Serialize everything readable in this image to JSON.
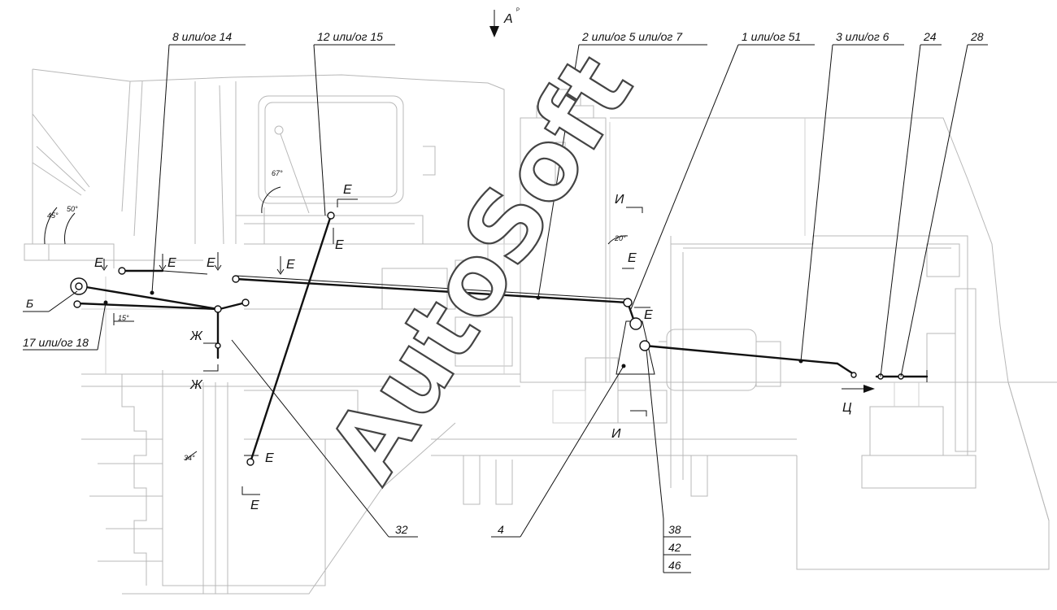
{
  "view_label": "А",
  "view_note": "Р",
  "watermark": "AutoSoft",
  "callouts": {
    "c8_14": "8 или/ог 14",
    "c12_15": "12 или/ог 15",
    "c2_5_7": "2 или/ог 5 или/ог 7",
    "c1_51": "1 или/ог 51",
    "c3_6": "3 или/ог 6",
    "c24": "24",
    "c28": "28",
    "cB": "Б",
    "c17_18": "17 или/ог 18",
    "c32": "32",
    "c4": "4",
    "c38": "38",
    "c42": "42",
    "c46": "46"
  },
  "sections": {
    "E": "Е",
    "I": "И",
    "Zh": "Ж",
    "Ts": "Ц"
  },
  "angles": {
    "a45": "45°",
    "a50": "50°",
    "a67": "67°",
    "a20": "20°",
    "a15": "15°",
    "a34": "34°"
  }
}
